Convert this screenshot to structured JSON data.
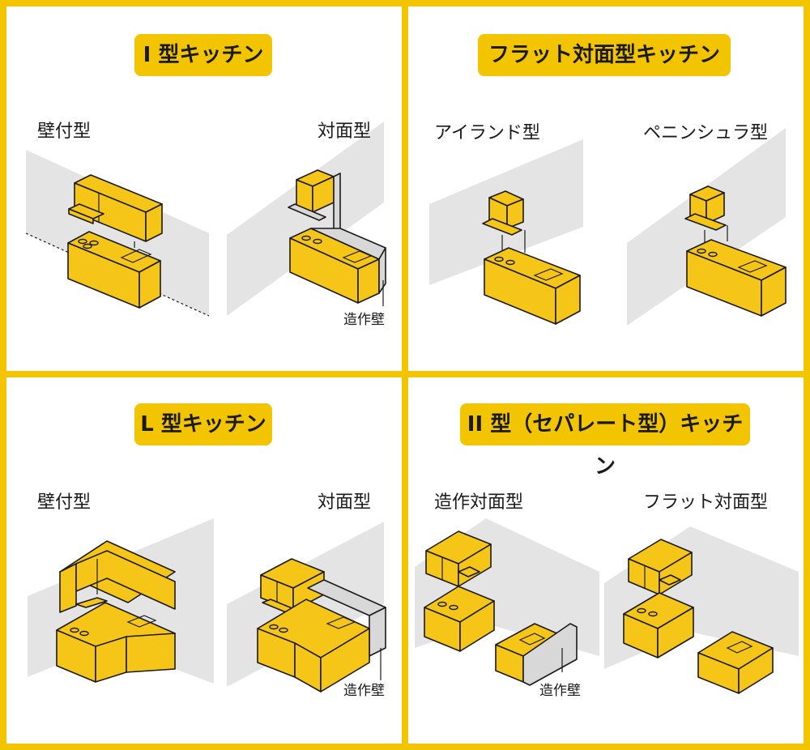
{
  "colors": {
    "accent": "#f2c500",
    "unit": "#f5c518",
    "wall": "#e4e4e4",
    "stroke": "#1a1a1a"
  },
  "panels": [
    {
      "title": "I 型キッチン",
      "left_label": "壁付型",
      "right_label": "対面型",
      "note": "造作壁"
    },
    {
      "title": "フラット対面型キッチン",
      "left_label": "アイランド型",
      "right_label": "ペニンシュラ型"
    },
    {
      "title": "L 型キッチン",
      "left_label": "壁付型",
      "right_label": "対面型",
      "note": "造作壁"
    },
    {
      "title": "II 型（セパレート型）キッチン",
      "left_label": "造作対面型",
      "right_label": "フラット対面型",
      "note": "造作壁"
    }
  ]
}
